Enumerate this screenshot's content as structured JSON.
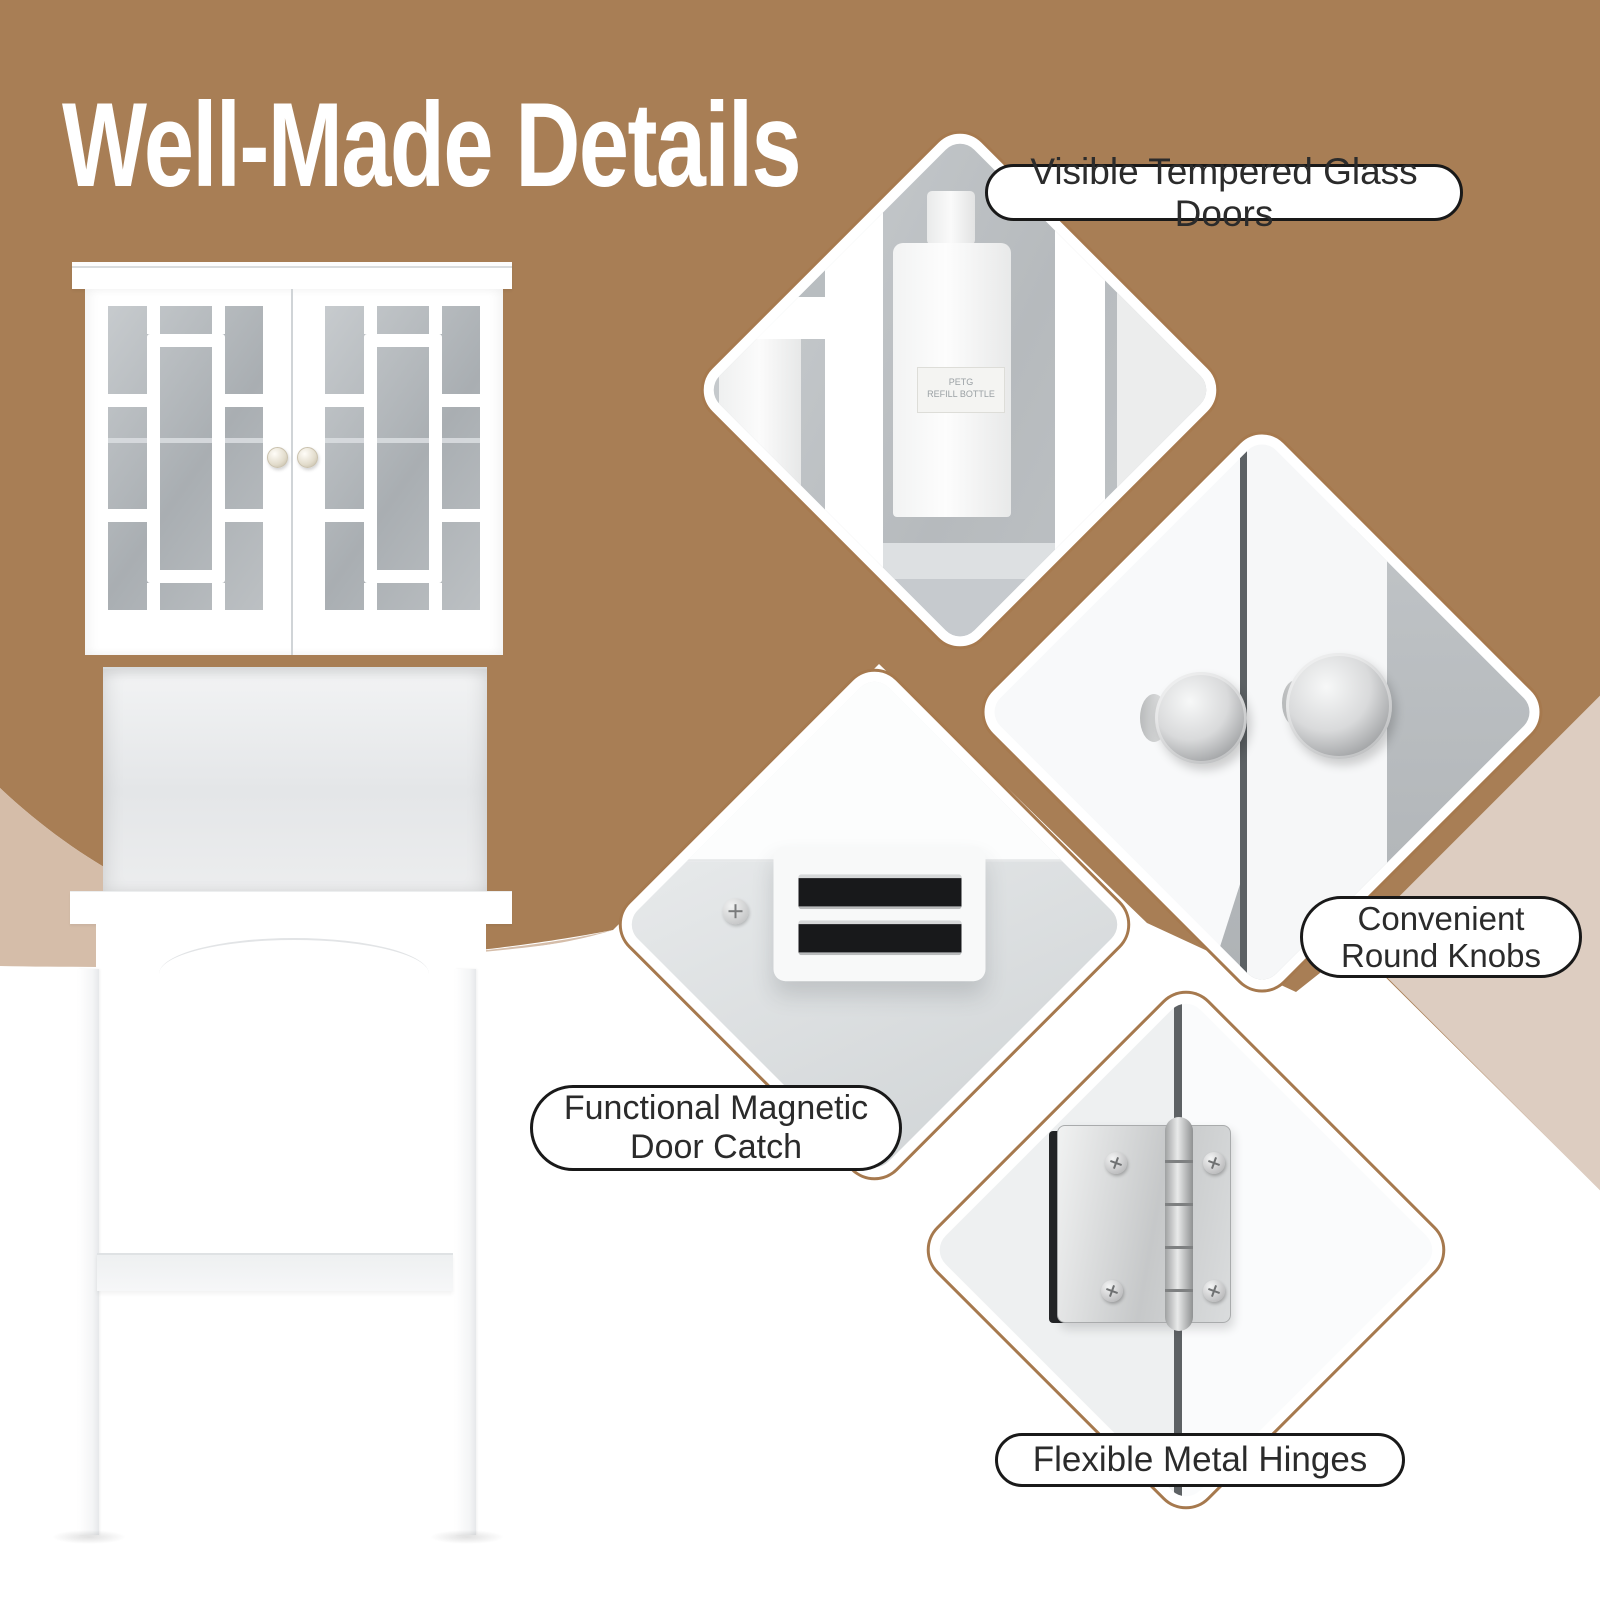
{
  "title": "Well-Made Details",
  "colors": {
    "background_brown": "#a87e55",
    "beige_band": "#d5bda9",
    "beige_diamond": "#ddcdc1",
    "label_border": "#191919",
    "label_text": "#2b2b2b",
    "outline_brown": "#a6794e"
  },
  "callouts": {
    "glass": {
      "label": "Visible Tempered Glass Doors"
    },
    "knobs": {
      "line1": "Convenient",
      "line2": "Round Knobs"
    },
    "catch": {
      "line1": "Functional Magnetic",
      "line2": "Door Catch"
    },
    "hinges": {
      "label": "Flexible Metal Hinges"
    }
  },
  "photo_details": {
    "bottle_label_line1": "PETG",
    "bottle_label_line2": "REFILL BOTTLE"
  }
}
